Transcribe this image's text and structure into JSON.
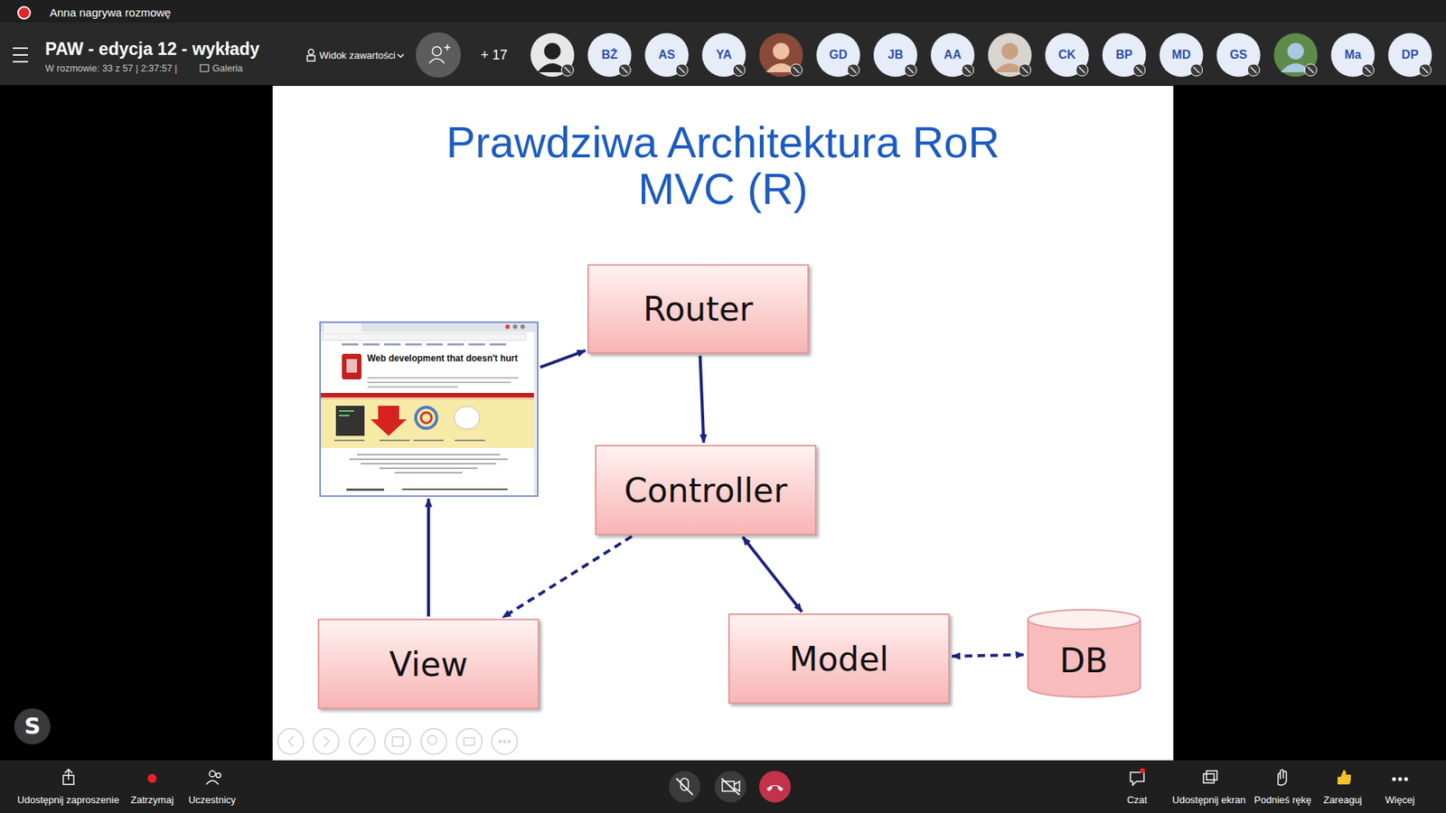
{
  "diagram": {
    "title": "Prawdziwa Architektura RoR MVC (R)",
    "nodes": [
      {
        "text": [
          "Router"
        ]
      },
      {
        "text": [
          "Web development that doesn't hurt"
        ]
      },
      {
        "text": [
          "Controller"
        ]
      },
      {
        "text": [
          "View"
        ]
      },
      {
        "text": [
          "Model"
        ]
      },
      {
        "text": [
          "DB"
        ]
      }
    ],
    "edges": [
      {
        "from": 1,
        "to": 0,
        "arrow": "to"
      },
      {
        "from": 0,
        "to": 2,
        "arrow": "to"
      },
      {
        "from": 2,
        "to": 3,
        "arrow": "to"
      },
      {
        "from": 2,
        "to": 4,
        "arrow": "both"
      },
      {
        "from": 4,
        "to": 5,
        "arrow": "both"
      },
      {
        "from": 3,
        "to": 1,
        "arrow": "to"
      }
    ],
    "labels": [
      "Anna nagrywa rozmowę",
      "PAW - edycja 12 - wykłady",
      "W rozmowie: 33 z 57 | 2:37:57 |",
      "Galeria",
      "Widok zawartości",
      "+ 17",
      "BŻ",
      "AS",
      "YA",
      "GD",
      "JB",
      "AA",
      "CK",
      "BP",
      "MD",
      "GS",
      "Ma",
      "DP",
      "S",
      "Udostępnij zaproszenie",
      "Zatrzymaj",
      "Uczestnicy",
      "Czat",
      "Udostępnij ekran",
      "Podnieś rękę",
      "Zareaguj",
      "Więcej"
    ]
  }
}
